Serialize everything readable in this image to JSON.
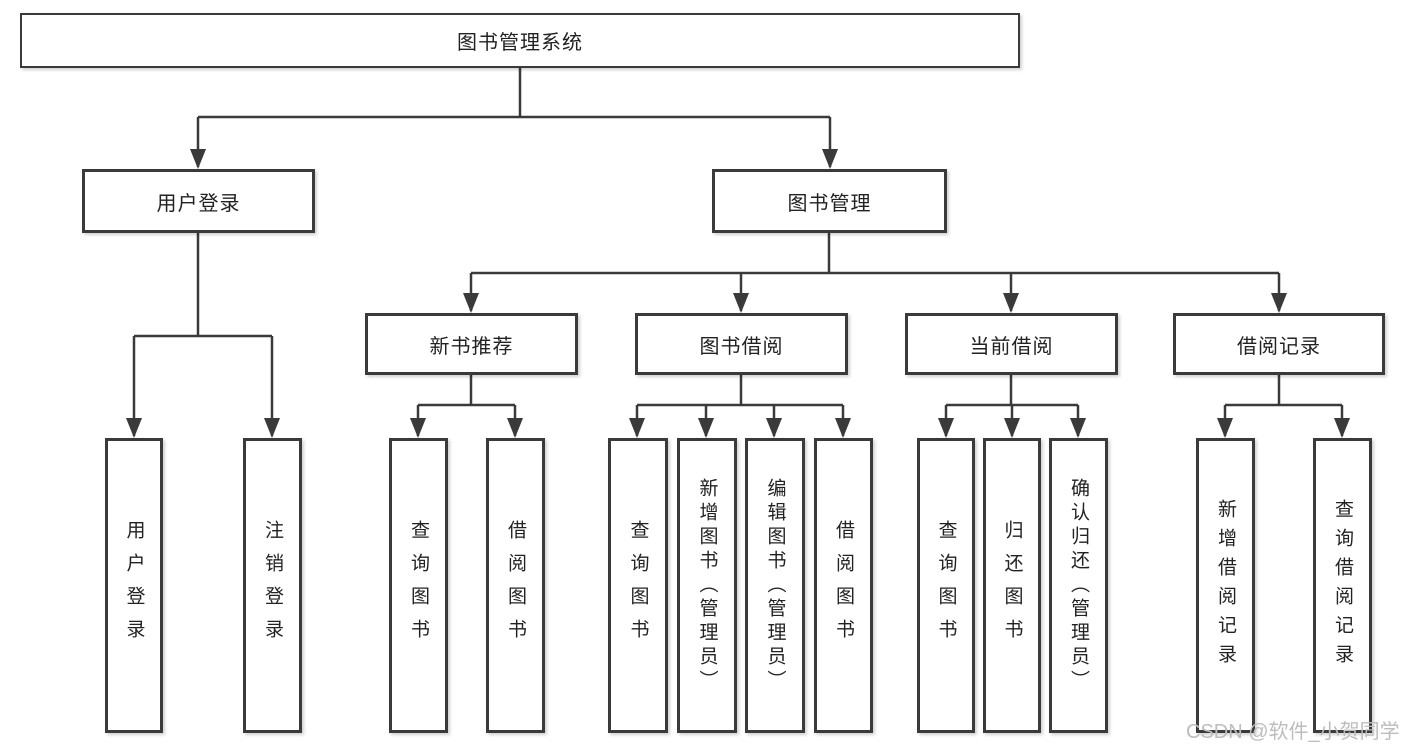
{
  "diagram_title": "图书管理系统",
  "tree": {
    "label": "图书管理系统",
    "children": [
      {
        "label": "用户登录",
        "children": [
          {
            "label": "用户登录"
          },
          {
            "label": "注销登录"
          }
        ]
      },
      {
        "label": "图书管理",
        "children": [
          {
            "label": "新书推荐",
            "children": [
              {
                "label": "查询图书"
              },
              {
                "label": "借阅图书"
              }
            ]
          },
          {
            "label": "图书借阅",
            "children": [
              {
                "label": "查询图书"
              },
              {
                "label": "新增图书（管理员）"
              },
              {
                "label": "编辑图书（管理员）"
              },
              {
                "label": "借阅图书"
              }
            ]
          },
          {
            "label": "当前借阅",
            "children": [
              {
                "label": "查询图书"
              },
              {
                "label": "归还图书"
              },
              {
                "label": "确认归还（管理员）"
              }
            ]
          },
          {
            "label": "借阅记录",
            "children": [
              {
                "label": "新增借阅记录"
              },
              {
                "label": "查询借阅记录"
              }
            ]
          }
        ]
      }
    ]
  },
  "watermark": {
    "text": "CSDN @软件_小贺同学"
  },
  "colors": {
    "line": "#3a3a3a",
    "text": "#222222",
    "background": "#ffffff",
    "watermark": "#bdbdbd"
  }
}
